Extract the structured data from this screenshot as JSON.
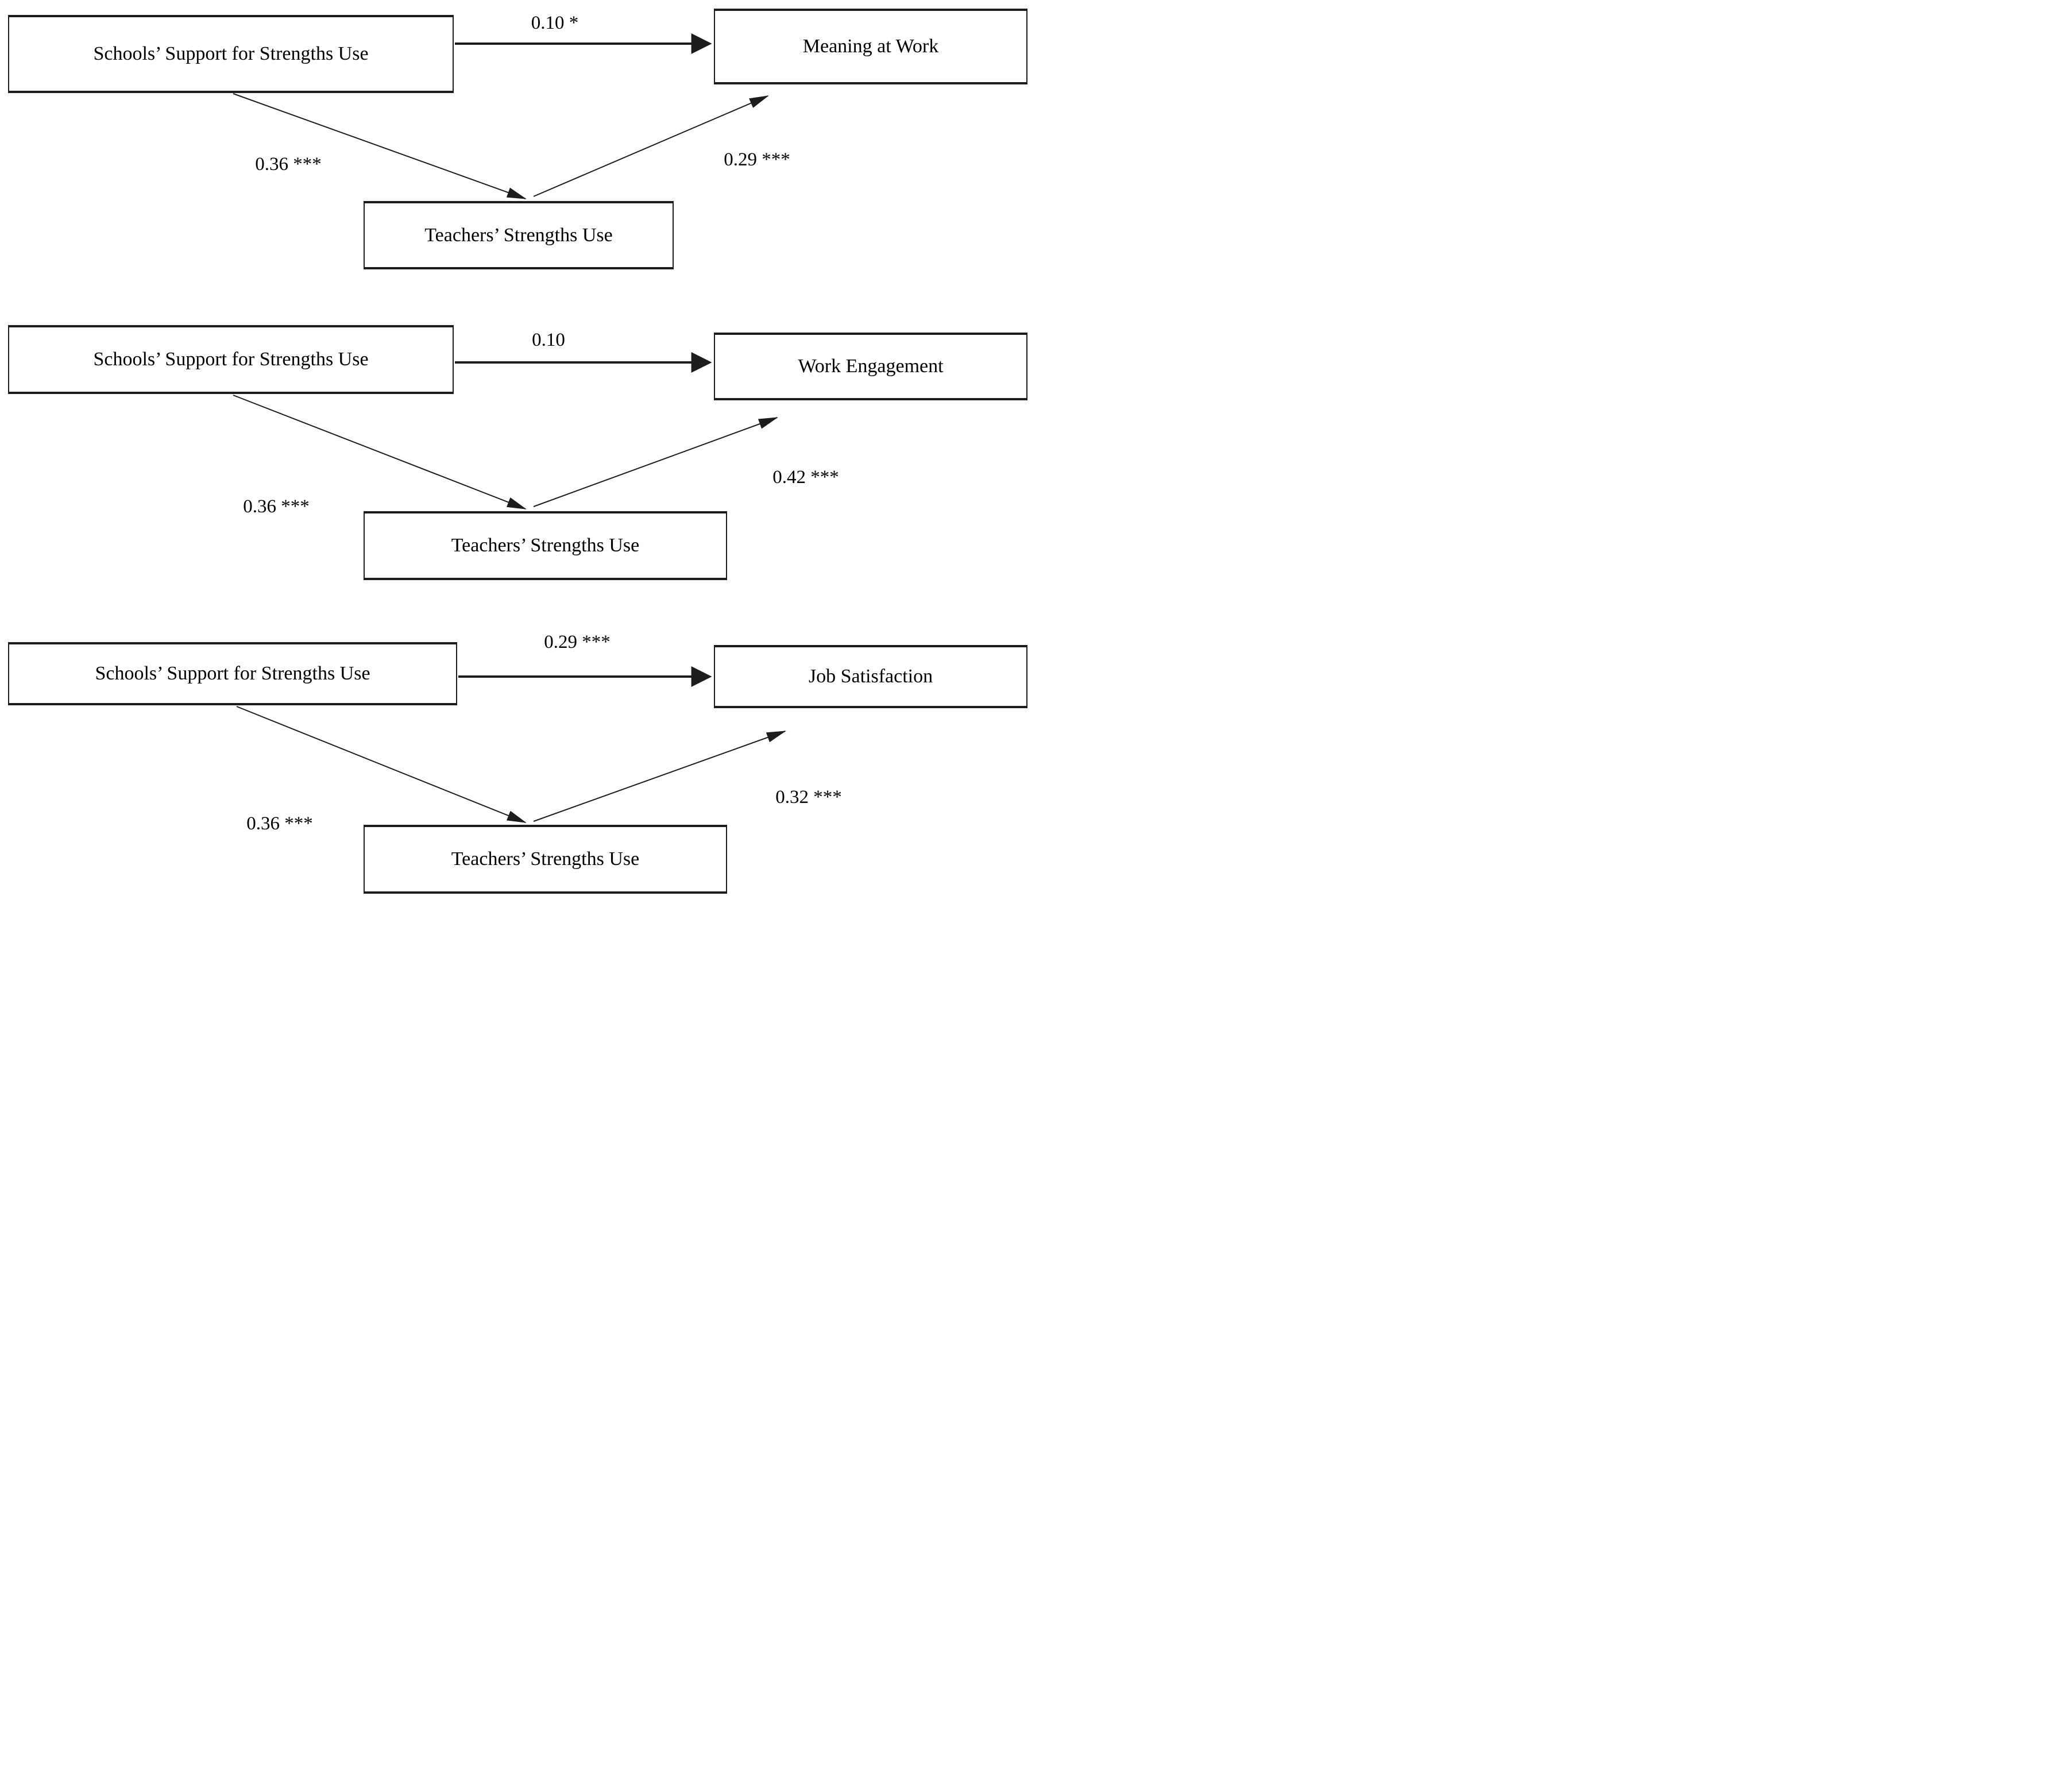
{
  "figure": {
    "type": "mediation-path-diagram",
    "background_color": "#ffffff",
    "line_color": "#1c1c1c"
  },
  "models": [
    {
      "predictor": "Schools’ Support for Strengths Use",
      "mediator": "Teachers’ Strengths Use",
      "outcome": "Meaning at Work",
      "paths": {
        "predictor_to_outcome": "0.10 *",
        "predictor_to_mediator": "0.36 ***",
        "mediator_to_outcome": "0.29 ***"
      }
    },
    {
      "predictor": "Schools’ Support for Strengths Use",
      "mediator": "Teachers’ Strengths Use",
      "outcome": "Work Engagement",
      "paths": {
        "predictor_to_outcome": "0.10",
        "predictor_to_mediator": "0.36 ***",
        "mediator_to_outcome": "0.42 ***"
      }
    },
    {
      "predictor": "Schools’ Support for Strengths Use",
      "mediator": "Teachers’ Strengths Use",
      "outcome": "Job Satisfaction",
      "paths": {
        "predictor_to_outcome": "0.29 ***",
        "predictor_to_mediator": "0.36 ***",
        "mediator_to_outcome": "0.32 ***"
      }
    }
  ]
}
